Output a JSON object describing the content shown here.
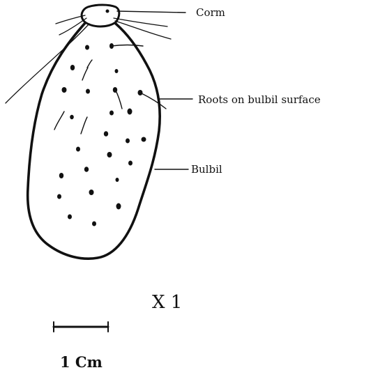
{
  "diagram": {
    "labels": {
      "corm": "Corm",
      "roots": "Roots on bulbil surface",
      "bulbil": "Bulbil"
    },
    "magnification": "X 1",
    "scale_bar_label": "1 Cm",
    "ink_color": "#111111",
    "background_color": "#ffffff"
  }
}
